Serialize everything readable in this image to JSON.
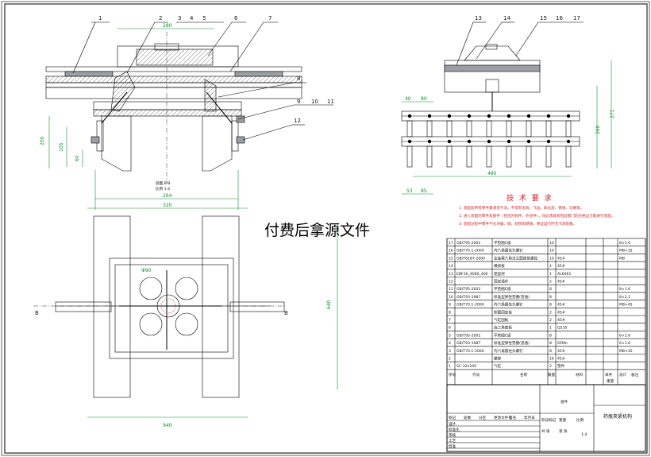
{
  "watermark": "付费后拿源文件",
  "tech_requirements": {
    "title": "技 术 要 求",
    "items": [
      "1. 装配前所有零件需清洗干净，不得有毛刺、飞边、氧化皮、锈蚀、切屑等。",
      "2. 进入装配的零件及部件（包括外购件、外协件），均必须具有检验部门的合格证方能进行装配。",
      "3. 装配过程中零件不允许磕、碰、划伤和锈蚀，保证运行时无卡滞现象。"
    ]
  },
  "callouts": [
    "1",
    "2",
    "3",
    "4",
    "5",
    "6",
    "7",
    "8",
    "9",
    "10",
    "11",
    "12",
    "13",
    "14",
    "15",
    "16",
    "17"
  ],
  "front_view": {
    "dims": {
      "top_width": "280",
      "d200": "200",
      "d105": "105",
      "d60": "60",
      "d264": "264",
      "d320": "320"
    },
    "section_label": "剖面 B-B",
    "scale_label": "比例 1:4"
  },
  "side_view": {
    "dims": {
      "d40": "40",
      "d80": "80",
      "d480": "480",
      "d53": "53",
      "d85": "85",
      "d260": "260",
      "d271": "271"
    }
  },
  "plan_view": {
    "dims": {
      "d640": "640",
      "d940": "940"
    },
    "phi_label": "Φ90",
    "section_marker": "B"
  },
  "bom": {
    "rows": [
      {
        "no": "17",
        "code": "GB/T95-2002",
        "name": "平垫圈C级",
        "qty": "10",
        "mat": "",
        "weight": "",
        "note": "8×1.6"
      },
      {
        "no": "16",
        "code": "GB/T70.1-2000",
        "name": "内六角圆柱头螺钉",
        "qty": "10",
        "mat": "",
        "weight": "",
        "note": "M8×35"
      },
      {
        "no": "15",
        "code": "GB/T6187-2000",
        "name": "全金属六角法兰面锁紧螺母",
        "qty": "10",
        "mat": "45#",
        "weight": "",
        "note": "M8"
      },
      {
        "no": "14",
        "code": "",
        "name": "横梁板",
        "qty": "1",
        "mat": "45#",
        "weight": "",
        "note": ""
      },
      {
        "no": "13",
        "code": "EBF30_4080_400",
        "name": "铝型材",
        "qty": "1",
        "mat": "AL6061",
        "weight": "",
        "note": ""
      },
      {
        "no": "12",
        "code": "",
        "name": "固定插件",
        "qty": "2",
        "mat": "45#",
        "weight": "",
        "note": ""
      },
      {
        "no": "11",
        "code": "GB/T95-2002",
        "name": "平垫圈C级",
        "qty": "8",
        "mat": "",
        "weight": "",
        "note": "8×1.6"
      },
      {
        "no": "10",
        "code": "GB/T93-1987",
        "name": "标准型弹性垫圈(普通)",
        "qty": "8",
        "mat": "",
        "weight": "",
        "note": "8×2.1"
      },
      {
        "no": "9",
        "code": "GB/T70.1-2000",
        "name": "内六角圆柱头螺钉",
        "qty": "8",
        "mat": "45#",
        "weight": "",
        "note": "M8×45"
      },
      {
        "no": "8",
        "code": "",
        "name": "侧面固定板",
        "qty": "2",
        "mat": "45#",
        "weight": "",
        "note": ""
      },
      {
        "no": "7",
        "code": "",
        "name": "气缸固板",
        "qty": "2",
        "mat": "45#",
        "weight": "",
        "note": ""
      },
      {
        "no": "6",
        "code": "",
        "name": "连三角底板",
        "qty": "1",
        "mat": "Q235",
        "weight": "",
        "note": ""
      },
      {
        "no": "5",
        "code": "GB/T95-2002",
        "name": "平垫圈C级",
        "qty": "8",
        "mat": "",
        "weight": "",
        "note": "6×1.6"
      },
      {
        "no": "4",
        "code": "GB/T93-1987",
        "name": "标准型弹性垫圈(普通)",
        "qty": "8",
        "mat": "65Mn",
        "weight": "",
        "note": "6×1.6"
      },
      {
        "no": "3",
        "code": "GB/T70.1-2000",
        "name": "内六角圆柱头螺钉",
        "qty": "8",
        "mat": "45#",
        "weight": "",
        "note": "M8×30"
      },
      {
        "no": "2",
        "code": "",
        "name": "螺套",
        "qty": "16",
        "mat": "45#",
        "weight": "",
        "note": ""
      },
      {
        "no": "1",
        "code": "SC-32x100",
        "name": "气缸",
        "qty": "2",
        "mat": "塑件",
        "weight": "",
        "note": ""
      }
    ],
    "header": {
      "no": "序号",
      "code": "代号",
      "name": "名称",
      "qty": "数量",
      "mat": "材料",
      "single": "单件",
      "total": "总计",
      "weight": "重量",
      "note": "备注"
    }
  },
  "title_block": {
    "drawing_name": "药瓶夹紧机构",
    "designer_cell": "组件",
    "labels": [
      "标记",
      "处数",
      "分区",
      "更改文件号",
      "签名",
      "年月日",
      "设计",
      "标准化",
      "审核",
      "工艺",
      "批准",
      "阶段标记",
      "重量",
      "比例",
      "共 张",
      "第 张"
    ],
    "scale": "1:4"
  },
  "colors": {
    "dimension": "#0a8f2a",
    "requirement": "#d61b1b",
    "line": "#000000"
  }
}
